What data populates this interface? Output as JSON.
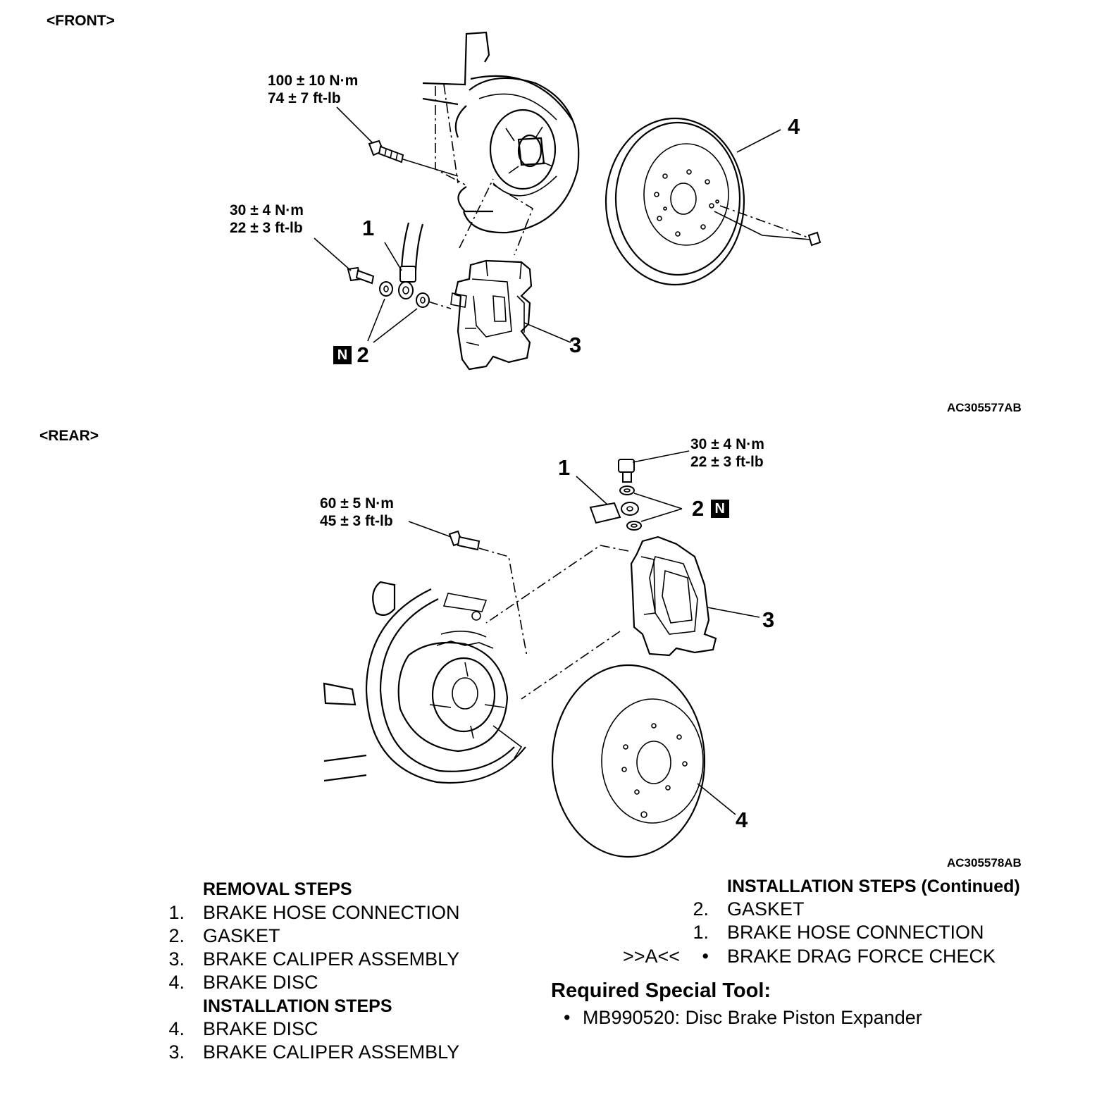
{
  "front": {
    "heading": "<FRONT>",
    "torque_knuckle": [
      "100 ± 10 N·m",
      "74 ± 7 ft-lb"
    ],
    "torque_hose": [
      "30 ± 4 N·m",
      "22 ± 3 ft-lb"
    ],
    "callouts": {
      "c1": "1",
      "c2": "2",
      "c3": "3",
      "c4": "4"
    },
    "n_mark": "N",
    "figure_id": "AC305577AB"
  },
  "rear": {
    "heading": "<REAR>",
    "torque_hose": [
      "30 ± 4 N·m",
      "22 ± 3 ft-lb"
    ],
    "torque_caliper": [
      "60 ± 5 N·m",
      "45 ± 3 ft-lb"
    ],
    "callouts": {
      "c1": "1",
      "c2": "2",
      "c3": "3",
      "c4": "4"
    },
    "n_mark": "N",
    "figure_id": "AC305578AB"
  },
  "removal": {
    "title": "REMOVAL STEPS",
    "items": [
      {
        "num": "1.",
        "label": "BRAKE HOSE CONNECTION"
      },
      {
        "num": "2.",
        "label": "GASKET"
      },
      {
        "num": "3.",
        "label": "BRAKE CALIPER ASSEMBLY"
      },
      {
        "num": "4.",
        "label": "BRAKE DISC"
      }
    ]
  },
  "installation": {
    "title": "INSTALLATION STEPS",
    "items": [
      {
        "num": "4.",
        "label": "BRAKE DISC"
      },
      {
        "num": "3.",
        "label": "BRAKE CALIPER ASSEMBLY"
      }
    ]
  },
  "installation_continued": {
    "title": "INSTALLATION STEPS (Continued)",
    "items": [
      {
        "num": "2.",
        "label": "GASKET"
      },
      {
        "num": "1.",
        "label": "BRAKE HOSE CONNECTION"
      },
      {
        "num": "•",
        "ref": ">>A<<",
        "label": "BRAKE DRAG FORCE CHECK"
      }
    ]
  },
  "special_tool": {
    "title": "Required Special Tool:",
    "bullet": "•",
    "item": "MB990520: Disc Brake Piston Expander"
  }
}
